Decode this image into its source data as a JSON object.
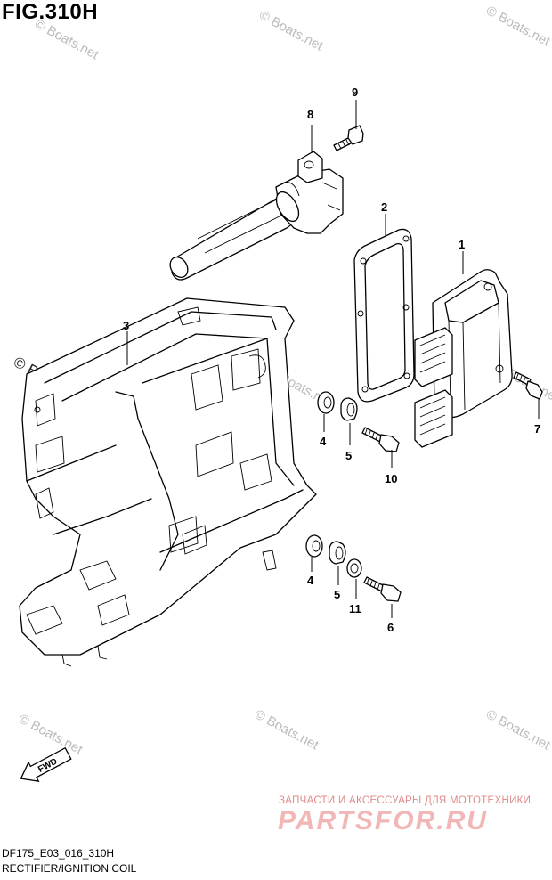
{
  "figure": {
    "title": "FIG.310H",
    "model_code": "DF175_E03_016_310H",
    "caption": "RECTIFIER/IGNITION COIL"
  },
  "callouts": [
    {
      "id": "callout-1",
      "number": "1"
    },
    {
      "id": "callout-2",
      "number": "2"
    },
    {
      "id": "callout-3",
      "number": "3"
    },
    {
      "id": "callout-4a",
      "number": "4"
    },
    {
      "id": "callout-5a",
      "number": "5"
    },
    {
      "id": "callout-10",
      "number": "10"
    },
    {
      "id": "callout-4b",
      "number": "4"
    },
    {
      "id": "callout-5b",
      "number": "5"
    },
    {
      "id": "callout-11",
      "number": "11"
    },
    {
      "id": "callout-6",
      "number": "6"
    },
    {
      "id": "callout-7",
      "number": "7"
    },
    {
      "id": "callout-8",
      "number": "8"
    },
    {
      "id": "callout-9",
      "number": "9"
    }
  ],
  "direction_arrow": {
    "label": "FWD"
  },
  "watermarks": {
    "text": "© Boats.net",
    "dark_text": "© Boats.net"
  },
  "promo": {
    "line1": "ЗАПЧАСТИ И АКСЕССУАРЫ ДЛЯ МОТОТЕХНИКИ",
    "line2": "PARTSFOR.RU",
    "colors": {
      "line1": "#e08a8a",
      "line2": "#f1b6b6"
    }
  }
}
